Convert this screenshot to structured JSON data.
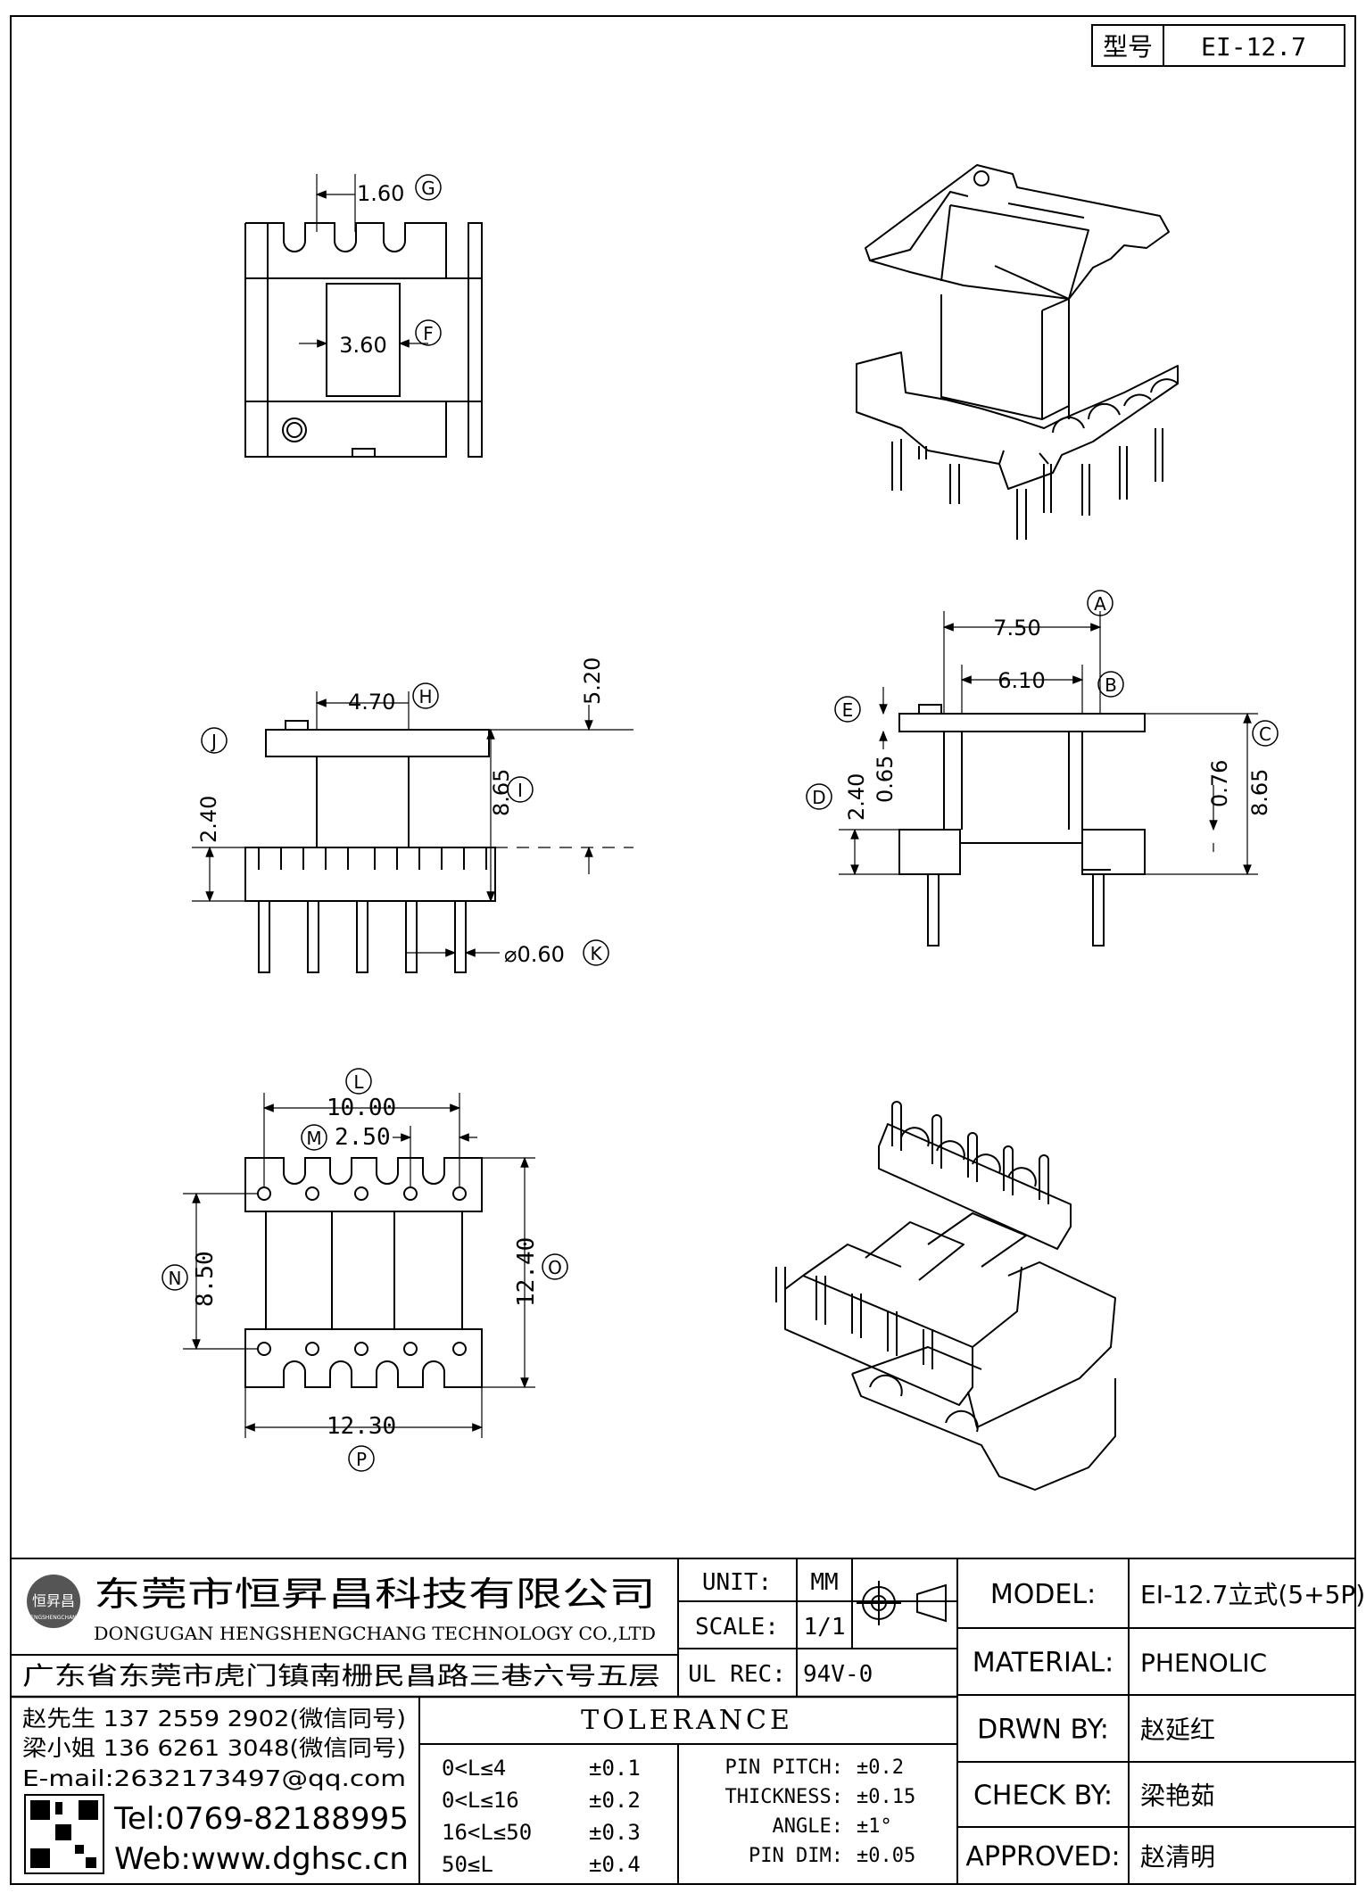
{
  "title_box": {
    "label": "型号",
    "value": "EI-12.7"
  },
  "dims": {
    "G": "1.60",
    "F": "3.60",
    "H": "4.70",
    "I": "8.65",
    "J": "",
    "top_520": "5.20",
    "side_240": "2.40",
    "K": "⌀0.60",
    "A": "7.50",
    "B": "6.10",
    "C": "8.65",
    "C2": "0.76",
    "D": "2.40",
    "E": "0.65",
    "L": "10.00",
    "M": "2.50",
    "N": "8.50",
    "O": "12.40",
    "P": "12.30"
  },
  "markers": [
    "A",
    "B",
    "C",
    "D",
    "E",
    "F",
    "G",
    "H",
    "I",
    "J",
    "K",
    "L",
    "M",
    "N",
    "O",
    "P"
  ],
  "company": {
    "name_cn": "东莞市恒昇昌科技有限公司",
    "name_en": "DONGUGAN HENGSHENGCHANG TECHNOLOGY CO.,LTD",
    "address": "广东省东莞市虎门镇南栅民昌路三巷六号五层",
    "logo_text": "恒昇昌",
    "logo_sub": "HENGSHENGCHANG"
  },
  "contacts": {
    "line1": "赵先生 137 2559 2902(微信同号)",
    "line2": "梁小姐 136 6261 3048(微信同号)",
    "email": "E-mail:2632173497@qq.com",
    "tel": "Tel:0769-82188995",
    "web": "Web:www.dghsc.cn"
  },
  "spec": {
    "unit_label": "UNIT:",
    "unit_value": "MM",
    "scale_label": "SCALE:",
    "scale_value": "1/1",
    "ulrec_label": "UL REC:",
    "ulrec_value": "94V-0"
  },
  "tolerance": {
    "title": "TOLERANCE",
    "rows": [
      {
        "range": "0<L≤4",
        "tol": "±0.1"
      },
      {
        "range": "0<L≤16",
        "tol": "±0.2"
      },
      {
        "range": "16<L≤50",
        "tol": "±0.3"
      },
      {
        "range": "50≤L",
        "tol": "±0.4"
      }
    ],
    "extra": [
      {
        "label": "PIN PITCH:",
        "value": "±0.2"
      },
      {
        "label": "THICKNESS:",
        "value": "±0.15"
      },
      {
        "label": "ANGLE:",
        "value": "±1°"
      },
      {
        "label": "PIN DIM:",
        "value": "±0.05"
      }
    ]
  },
  "info": [
    {
      "label": "MODEL:",
      "value": "EI-12.7立式(5+5P)"
    },
    {
      "label": "MATERIAL:",
      "value": "PHENOLIC"
    },
    {
      "label": "DRWN BY:",
      "value": "赵延红"
    },
    {
      "label": "CHECK BY:",
      "value": "梁艳茹"
    },
    {
      "label": "APPROVED:",
      "value": "赵清明"
    }
  ]
}
